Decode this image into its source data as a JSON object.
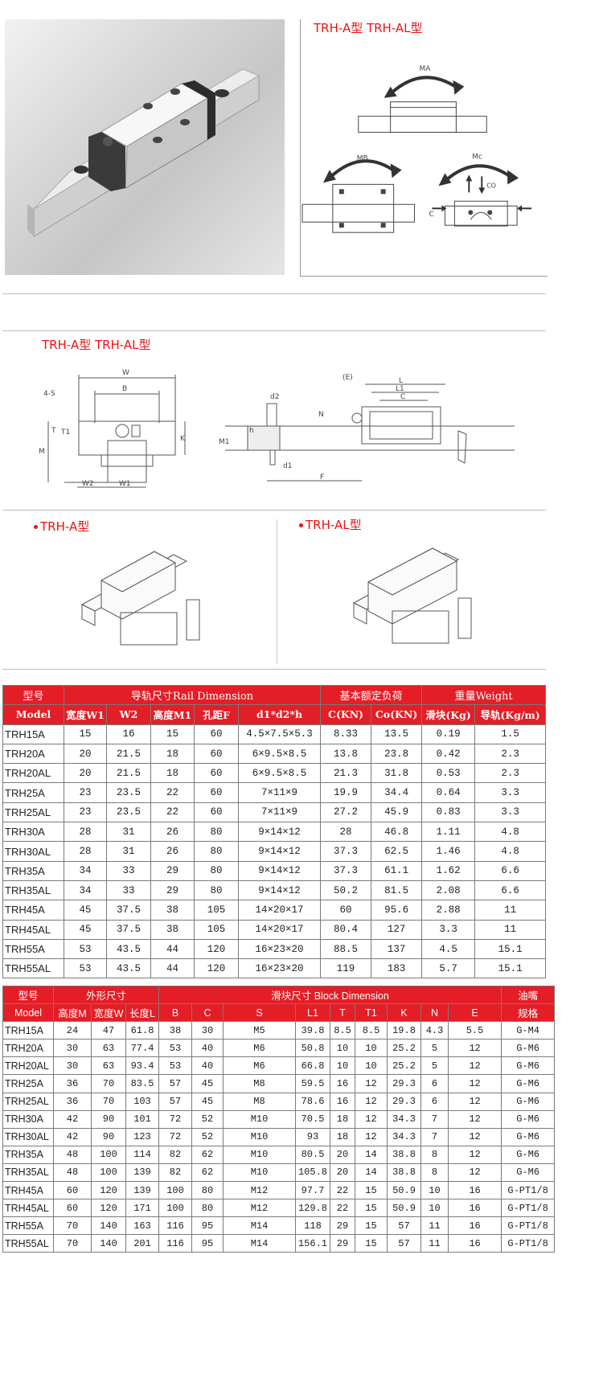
{
  "titles": {
    "top_diagram": "TRH-A型 TRH-AL型",
    "dimension_section": "TRH-A型 TRH-AL型",
    "left_iso": "TRH-A型",
    "right_iso": "TRH-AL型"
  },
  "moment_diagram": {
    "ma": "MA",
    "mb": "MB",
    "mc": "Mc",
    "c": "C",
    "co": "CO"
  },
  "dimension_labels": {
    "w": "W",
    "b": "B",
    "four_s": "4-S",
    "t": "T",
    "t1": "T1",
    "k": "K",
    "m": "M",
    "w2": "W2",
    "w1": "W1",
    "e": "(E)",
    "l": "L",
    "l1": "L1",
    "c": "C",
    "n": "N",
    "d2": "d2",
    "h": "h",
    "m1": "M1",
    "d1": "d1",
    "f": "F"
  },
  "rail_table": {
    "group_headers": [
      "型号",
      "导轨尺寸Rail Dimension",
      "基本额定负荷",
      "重量Weight"
    ],
    "columns": [
      "Model",
      "宽度W1",
      "W2",
      "高度M1",
      "孔距F",
      "d1*d2*h",
      "C(KN)",
      "Co(KN)",
      "滑块(Kg)",
      "导轨(Kg/m)"
    ],
    "rows": [
      [
        "TRH15A",
        "15",
        "16",
        "15",
        "60",
        "4.5×7.5×5.3",
        "8.33",
        "13.5",
        "0.19",
        "1.5"
      ],
      [
        "TRH20A",
        "20",
        "21.5",
        "18",
        "60",
        "6×9.5×8.5",
        "13.8",
        "23.8",
        "0.42",
        "2.3"
      ],
      [
        "TRH20AL",
        "20",
        "21.5",
        "18",
        "60",
        "6×9.5×8.5",
        "21.3",
        "31.8",
        "0.53",
        "2.3"
      ],
      [
        "TRH25A",
        "23",
        "23.5",
        "22",
        "60",
        "7×11×9",
        "19.9",
        "34.4",
        "0.64",
        "3.3"
      ],
      [
        "TRH25AL",
        "23",
        "23.5",
        "22",
        "60",
        "7×11×9",
        "27.2",
        "45.9",
        "0.83",
        "3.3"
      ],
      [
        "TRH30A",
        "28",
        "31",
        "26",
        "80",
        "9×14×12",
        "28",
        "46.8",
        "1.11",
        "4.8"
      ],
      [
        "TRH30AL",
        "28",
        "31",
        "26",
        "80",
        "9×14×12",
        "37.3",
        "62.5",
        "1.46",
        "4.8"
      ],
      [
        "TRH35A",
        "34",
        "33",
        "29",
        "80",
        "9×14×12",
        "37.3",
        "61.1",
        "1.62",
        "6.6"
      ],
      [
        "TRH35AL",
        "34",
        "33",
        "29",
        "80",
        "9×14×12",
        "50.2",
        "81.5",
        "2.08",
        "6.6"
      ],
      [
        "TRH45A",
        "45",
        "37.5",
        "38",
        "105",
        "14×20×17",
        "60",
        "95.6",
        "2.88",
        "11"
      ],
      [
        "TRH45AL",
        "45",
        "37.5",
        "38",
        "105",
        "14×20×17",
        "80.4",
        "127",
        "3.3",
        "11"
      ],
      [
        "TRH55A",
        "53",
        "43.5",
        "44",
        "120",
        "16×23×20",
        "88.5",
        "137",
        "4.5",
        "15.1"
      ],
      [
        "TRH55AL",
        "53",
        "43.5",
        "44",
        "120",
        "16×23×20",
        "119",
        "183",
        "5.7",
        "15.1"
      ]
    ]
  },
  "block_table": {
    "group_headers": [
      "型号",
      "外形尺寸",
      "滑块尺寸 Block Dimension",
      "油嘴"
    ],
    "columns": [
      "Model",
      "高度M",
      "宽度W",
      "长度L",
      "B",
      "C",
      "S",
      "L1",
      "T",
      "T1",
      "K",
      "N",
      "E",
      "规格"
    ],
    "rows": [
      [
        "TRH15A",
        "24",
        "47",
        "61.8",
        "38",
        "30",
        "M5",
        "39.8",
        "8.5",
        "8.5",
        "19.8",
        "4.3",
        "5.5",
        "G-M4"
      ],
      [
        "TRH20A",
        "30",
        "63",
        "77.4",
        "53",
        "40",
        "M6",
        "50.8",
        "10",
        "10",
        "25.2",
        "5",
        "12",
        "G-M6"
      ],
      [
        "TRH20AL",
        "30",
        "63",
        "93.4",
        "53",
        "40",
        "M6",
        "66.8",
        "10",
        "10",
        "25.2",
        "5",
        "12",
        "G-M6"
      ],
      [
        "TRH25A",
        "36",
        "70",
        "83.5",
        "57",
        "45",
        "M8",
        "59.5",
        "16",
        "12",
        "29.3",
        "6",
        "12",
        "G-M6"
      ],
      [
        "TRH25AL",
        "36",
        "70",
        "103",
        "57",
        "45",
        "M8",
        "78.6",
        "16",
        "12",
        "29.3",
        "6",
        "12",
        "G-M6"
      ],
      [
        "TRH30A",
        "42",
        "90",
        "101",
        "72",
        "52",
        "M10",
        "70.5",
        "18",
        "12",
        "34.3",
        "7",
        "12",
        "G-M6"
      ],
      [
        "TRH30AL",
        "42",
        "90",
        "123",
        "72",
        "52",
        "M10",
        "93",
        "18",
        "12",
        "34.3",
        "7",
        "12",
        "G-M6"
      ],
      [
        "TRH35A",
        "48",
        "100",
        "114",
        "82",
        "62",
        "M10",
        "80.5",
        "20",
        "14",
        "38.8",
        "8",
        "12",
        "G-M6"
      ],
      [
        "TRH35AL",
        "48",
        "100",
        "139",
        "82",
        "62",
        "M10",
        "105.8",
        "20",
        "14",
        "38.8",
        "8",
        "12",
        "G-M6"
      ],
      [
        "TRH45A",
        "60",
        "120",
        "139",
        "100",
        "80",
        "M12",
        "97.7",
        "22",
        "15",
        "50.9",
        "10",
        "16",
        "G-PT1/8"
      ],
      [
        "TRH45AL",
        "60",
        "120",
        "171",
        "100",
        "80",
        "M12",
        "129.8",
        "22",
        "15",
        "50.9",
        "10",
        "16",
        "G-PT1/8"
      ],
      [
        "TRH55A",
        "70",
        "140",
        "163",
        "116",
        "95",
        "M14",
        "118",
        "29",
        "15",
        "57",
        "11",
        "16",
        "G-PT1/8"
      ],
      [
        "TRH55AL",
        "70",
        "140",
        "201",
        "116",
        "95",
        "M14",
        "156.1",
        "29",
        "15",
        "57",
        "11",
        "16",
        "G-PT1/8"
      ]
    ]
  }
}
